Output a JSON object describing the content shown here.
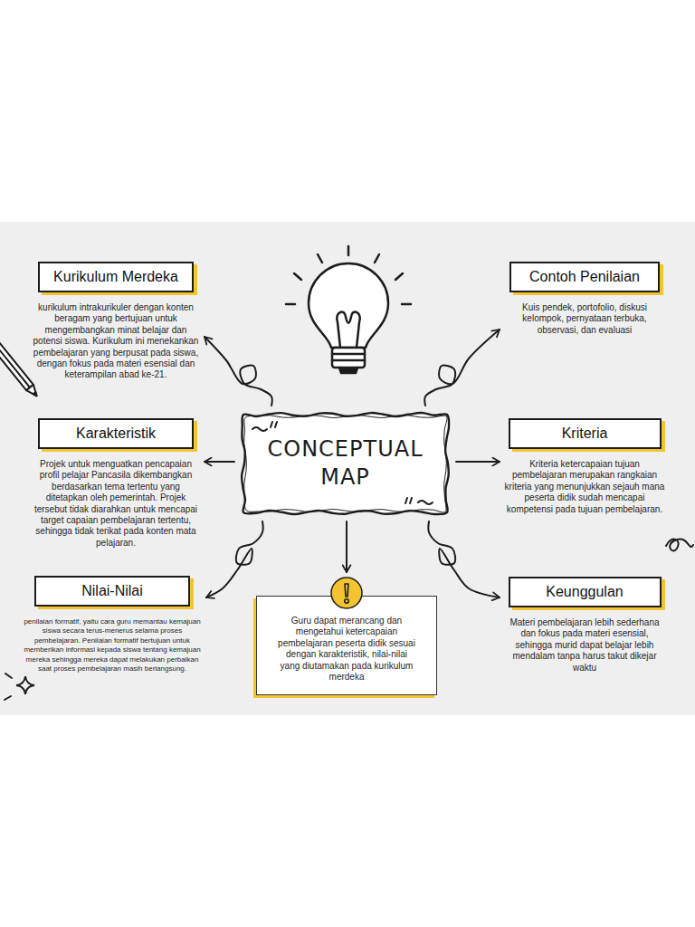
{
  "diagram": {
    "nodes": [
      {
        "text": [
          "Kurikulum Merdeka",
          "kurikulum intrakurikuler dengan konten beragam yang bertujuan untuk mengembangkan minat belajar dan potensi siswa. Kurikulum ini menekankan pembelajaran yang berpusat pada siswa, dengan fokus pada materi esensial dan keterampilan abad ke-21."
        ]
      },
      {
        "text": [
          "Contoh Penilaian",
          "Kuis pendek, portofolio, diskusi kelompok, pernyataan terbuka, observasi, dan evaluasi"
        ]
      },
      {
        "text": [
          "Karakteristik",
          "Projek untuk menguatkan pencapaian profil pelajar Pancasila dikembangkan berdasarkan tema tertentu yang ditetapkan oleh pemerintah. Projek tersebut tidak diarahkan untuk mencapai target capaian pembelajaran tertentu, sehingga tidak terikat pada konten mata pelajaran."
        ]
      },
      {
        "text": [
          "CONCEPTUAL MAP"
        ]
      },
      {
        "text": [
          "Kriteria",
          "Kriteria ketercapaian tujuan pembelajaran merupakan rangkaian kriteria yang menunjukkan sejauh mana peserta didik sudah mencapai kompetensi pada tujuan pembelajaran."
        ]
      },
      {
        "text": [
          "Nilai-Nilai",
          "penilaian formatif, yaitu cara guru memantau kemajuan siswa secara terus-menerus selama proses pembelajaran. Penilaian formatif bertujuan untuk memberikan informasi kepada siswa tentang kemajuan mereka sehingga mereka dapat melakukan perbaikan saat proses pembelajaran masih berlangsung."
        ]
      },
      {
        "text": [
          "Guru dapat merancang dan mengetahui ketercapaian pembelajaran peserta didik sesuai dengan karakteristik, nilai-nilai yang diutamakan pada kurikulum merdeka"
        ]
      },
      {
        "text": [
          "Keunggulan",
          "Materi pembelajaran lebih sederhana dan fokus pada materi esensial, sehingga murid dapat belajar lebih mendalam tanpa harus takut dikejar waktu"
        ]
      }
    ],
    "edges": [
      {
        "from": 3,
        "to": 0,
        "arrow": "to"
      },
      {
        "from": 3,
        "to": 1,
        "arrow": "to"
      },
      {
        "from": 3,
        "to": 2,
        "arrow": "to"
      },
      {
        "from": 3,
        "to": 4,
        "arrow": "to"
      },
      {
        "from": 3,
        "to": 5,
        "arrow": "to"
      },
      {
        "from": 3,
        "to": 6,
        "arrow": "to"
      },
      {
        "from": 3,
        "to": 7,
        "arrow": "to"
      }
    ]
  }
}
